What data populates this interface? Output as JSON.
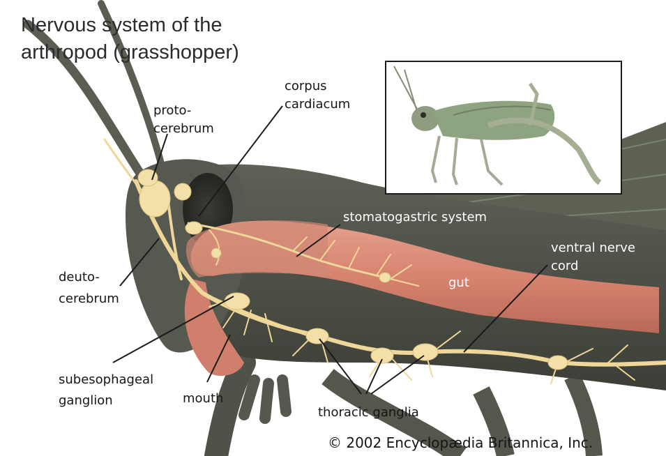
{
  "title": {
    "line1": "Nervous system of the",
    "line2": "arthropod (grasshopper)"
  },
  "labels": {
    "proto_line1": "proto-",
    "proto_line2": "cerebrum",
    "corpus_line1": "corpus",
    "corpus_line2": "cardiacum",
    "stomatogastric": "stomatogastric system",
    "gut": "gut",
    "ventral_line1": "ventral nerve",
    "ventral_line2": "cord",
    "deuto_line1": "deuto-",
    "deuto_line2": "cerebrum",
    "subeso_line1": "subesophageal",
    "subeso_line2": "ganglion",
    "mouth": "mouth",
    "thoracic": "thoracic ganglia"
  },
  "credit": "© 2002 Encyclopædia Britannica, Inc.",
  "colors": {
    "background": "#ffffff",
    "body": "#4a4e44",
    "gut": "#d88a76",
    "nerve": "#efd79a",
    "inset_insect": "#8d9f80",
    "text": "#161616"
  }
}
